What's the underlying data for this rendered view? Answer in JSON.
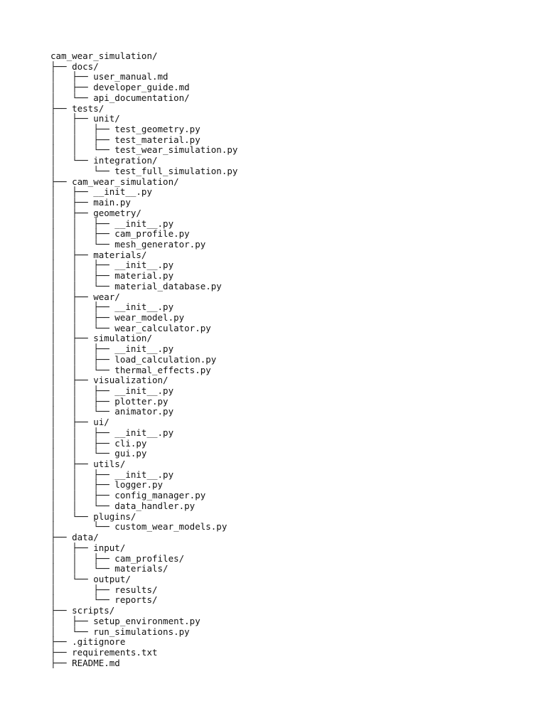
{
  "tree_lines": [
    "cam_wear_simulation/",
    "├── docs/",
    "│   ├── user_manual.md",
    "│   ├── developer_guide.md",
    "│   └── api_documentation/",
    "├── tests/",
    "│   ├── unit/",
    "│   │   ├── test_geometry.py",
    "│   │   ├── test_material.py",
    "│   │   └── test_wear_simulation.py",
    "│   └── integration/",
    "│       └── test_full_simulation.py",
    "├── cam_wear_simulation/",
    "│   ├── __init__.py",
    "│   ├── main.py",
    "│   ├── geometry/",
    "│   │   ├── __init__.py",
    "│   │   ├── cam_profile.py",
    "│   │   └── mesh_generator.py",
    "│   ├── materials/",
    "│   │   ├── __init__.py",
    "│   │   ├── material.py",
    "│   │   └── material_database.py",
    "│   ├── wear/",
    "│   │   ├── __init__.py",
    "│   │   ├── wear_model.py",
    "│   │   └── wear_calculator.py",
    "│   ├── simulation/",
    "│   │   ├── __init__.py",
    "│   │   ├── load_calculation.py",
    "│   │   └── thermal_effects.py",
    "│   ├── visualization/",
    "│   │   ├── __init__.py",
    "│   │   ├── plotter.py",
    "│   │   └── animator.py",
    "│   ├── ui/",
    "│   │   ├── __init__.py",
    "│   │   ├── cli.py",
    "│   │   └── gui.py",
    "│   ├── utils/",
    "│   │   ├── __init__.py",
    "│   │   ├── logger.py",
    "│   │   ├── config_manager.py",
    "│   │   └── data_handler.py",
    "│   └── plugins/",
    "│       └── custom_wear_models.py",
    "├── data/",
    "│   ├── input/",
    "│   │   ├── cam_profiles/",
    "│   │   └── materials/",
    "│   └── output/",
    "│       ├── results/",
    "│       └── reports/",
    "├── scripts/",
    "│   ├── setup_environment.py",
    "│   └── run_simulations.py",
    "├── .gitignore",
    "├── requirements.txt",
    "├── README.md"
  ]
}
